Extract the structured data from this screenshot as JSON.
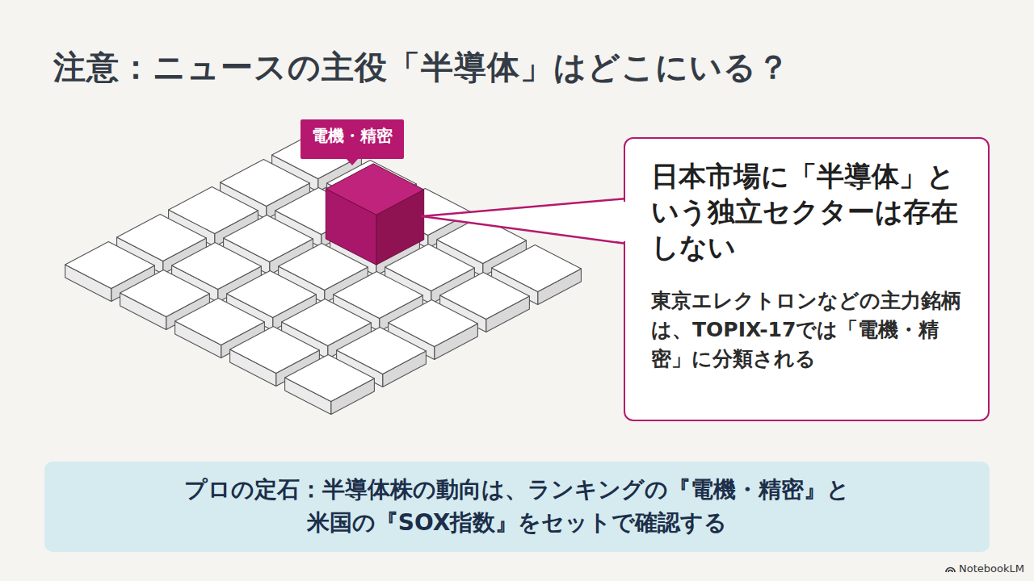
{
  "diagram": {
    "title": "注意：ニュースの主役「半導体」はどこにいる？",
    "nodes": [
      {
        "text": [
          "電機・精密"
        ]
      },
      {
        "text": [
          "日本市場に「半導体」という独立セクターは存在しない",
          "東京エレクトロンなどの主力銘柄は、TOPIX-17では「電機・精密」に分類される"
        ]
      },
      {
        "text": [
          "プロの定石：半導体株の動向は、ランキングの『電機・精密』と米国の『SOX指数』をセットで確認する"
        ]
      }
    ],
    "labels": [
      "NotebookLM"
    ]
  }
}
